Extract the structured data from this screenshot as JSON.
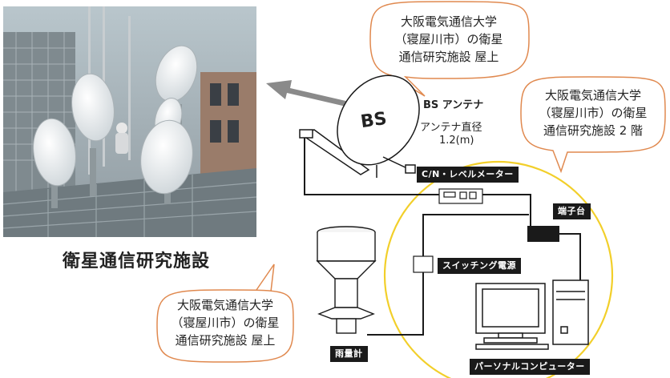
{
  "photo": {
    "caption": "衛星通信研究施設"
  },
  "callout_top": {
    "lines": [
      "大阪電気通信大学",
      "（寝屋川市）の衛星",
      "通信研究施設 屋上"
    ]
  },
  "callout_right": {
    "lines": [
      "大阪電気通信大学",
      "（寝屋川市）の衛星",
      "通信研究施設 2 階"
    ]
  },
  "callout_bottom": {
    "lines": [
      "大阪電気通信大学",
      "（寝屋川市）の衛星",
      "通信研究施設 屋上"
    ]
  },
  "antenna": {
    "dish_text": "BS",
    "name": "BS アンテナ",
    "diameter_label": "アンテナ直径",
    "diameter_value": "1.2(m)"
  },
  "labels": {
    "cn_meter": "C/N・レベルメーター",
    "terminal": "端子台",
    "power": "スイッチング電源",
    "rain_gauge": "雨量計",
    "pc": "パーソナルコンピューター"
  },
  "colors": {
    "highlight": "#f2cf2a",
    "callout_border": "#e0894f",
    "arrow": "#8a8a8a",
    "dark": "#1a1a1a"
  }
}
